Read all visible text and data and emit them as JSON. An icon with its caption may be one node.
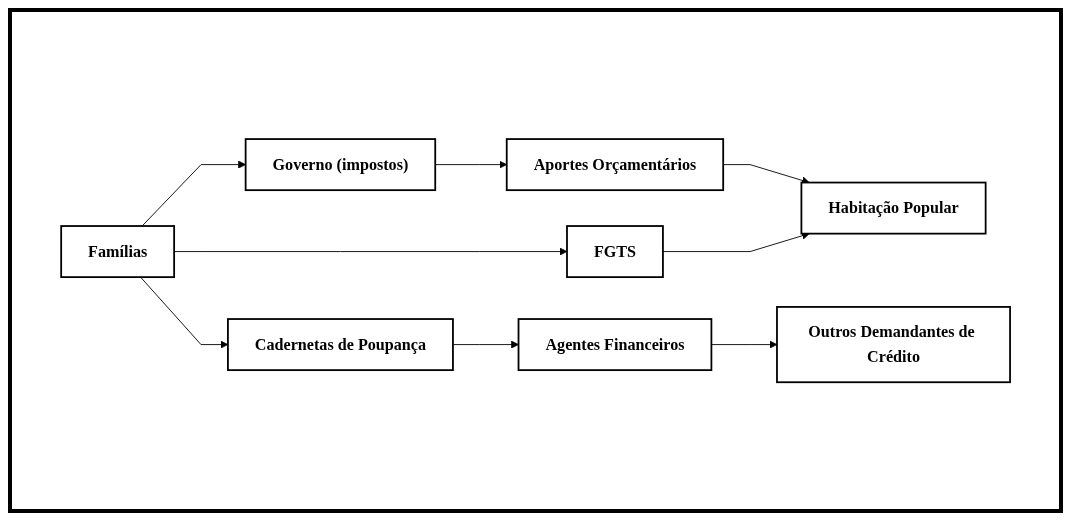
{
  "diagram": {
    "nodes": [
      {
        "text": [
          "Famílias"
        ]
      },
      {
        "text": [
          "Governo (impostos)"
        ]
      },
      {
        "text": [
          "Aportes Orçamentários"
        ]
      },
      {
        "text": [
          "FGTS"
        ]
      },
      {
        "text": [
          "Habitação Popular"
        ]
      },
      {
        "text": [
          "Cadernetas de Poupança"
        ]
      },
      {
        "text": [
          "Agentes Financeiros"
        ]
      },
      {
        "text": [
          "Outros Demandantes de Crédito"
        ]
      }
    ],
    "edges": [
      {
        "from": 0,
        "to": 1,
        "arrow": "to"
      },
      {
        "from": 0,
        "to": 3,
        "arrow": "to"
      },
      {
        "from": 0,
        "to": 5,
        "arrow": "to"
      },
      {
        "from": 1,
        "to": 2,
        "arrow": "to"
      },
      {
        "from": 2,
        "to": 4,
        "arrow": "to"
      },
      {
        "from": 3,
        "to": 4,
        "arrow": "to"
      },
      {
        "from": 5,
        "to": 6,
        "arrow": "to"
      },
      {
        "from": 6,
        "to": 7,
        "arrow": "to"
      }
    ]
  }
}
